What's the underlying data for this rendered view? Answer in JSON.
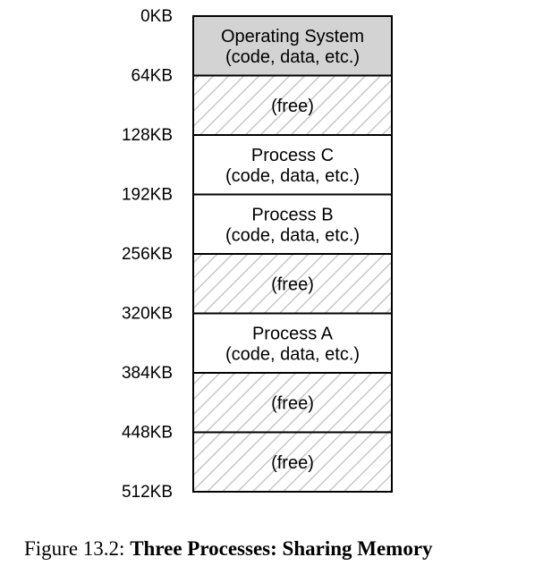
{
  "address_labels": [
    "0KB",
    "64KB",
    "128KB",
    "192KB",
    "256KB",
    "320KB",
    "384KB",
    "448KB",
    "512KB"
  ],
  "segments": [
    {
      "lines": [
        "Operating System",
        "(code, data, etc.)"
      ],
      "fill": "os"
    },
    {
      "lines": [
        "(free)"
      ],
      "fill": "free"
    },
    {
      "lines": [
        "Process C",
        "(code, data, etc.)"
      ],
      "fill": "process"
    },
    {
      "lines": [
        "Process B",
        "(code, data, etc.)"
      ],
      "fill": "process"
    },
    {
      "lines": [
        "(free)"
      ],
      "fill": "free"
    },
    {
      "lines": [
        "Process A",
        "(code, data, etc.)"
      ],
      "fill": "process"
    },
    {
      "lines": [
        "(free)"
      ],
      "fill": "free"
    },
    {
      "lines": [
        "(free)"
      ],
      "fill": "free"
    }
  ],
  "colors": {
    "os": "#d3d3d3",
    "process": "#ffffff",
    "hatch_line": "#c8c8c8",
    "border": "#000000"
  },
  "caption": {
    "prefix": "Figure 13.2: ",
    "title": "Three Processes: Sharing Memory"
  }
}
